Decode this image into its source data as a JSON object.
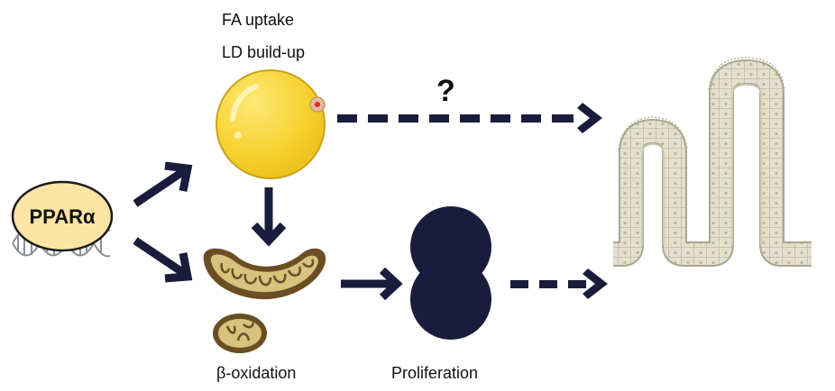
{
  "labels": {
    "fa_uptake": "FA uptake",
    "ld_buildup": "LD build-up",
    "question": "?",
    "ppara": "PPARα",
    "beta_oxidation": "β-oxidation",
    "proliferation": "Proliferation"
  },
  "colors": {
    "arrow": "#191c3a",
    "lipid_droplet": "#f8d63a",
    "lipid_droplet_outline": "#caa21a",
    "ppara_fill": "#fbe5a4",
    "dna": "#8a8f97",
    "mitochondria_outer": "#6b4e24",
    "mitochondria_inner": "#d8c27e",
    "cell": "#191c3a",
    "villi_fill": "#dedbc8",
    "villi_outline": "#a9a690"
  },
  "icons": [
    "ppara-dna-icon",
    "lipid-droplet-icon",
    "mitochondria-icon",
    "dividing-cell-icon",
    "intestinal-villi-icon"
  ]
}
